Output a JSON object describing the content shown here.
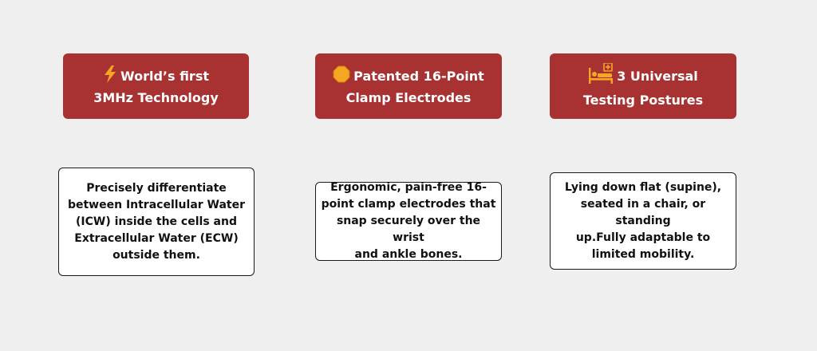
{
  "features": [
    {
      "icon": "lightning-icon",
      "title_line1": "World’s first",
      "title_line2": "3MHz Technology",
      "description": "Precisely differentiate\nbetween Intracellular Water\n(ICW) inside the cells and\nExtracellular Water (ECW)\noutside them."
    },
    {
      "icon": "octagon-icon",
      "title_line1": "Patented 16-Point",
      "title_line2": "Clamp Electrodes",
      "description": "Ergonomic, pain-free 16-\npoint clamp electrodes that\nsnap securely over the wrist\nand ankle bones."
    },
    {
      "icon": "patient-bed-icon",
      "title_line1": "3 Universal",
      "title_line2": "Testing Postures",
      "description": "Lying down flat (supine),\nseated in a chair, or standing\nup.Fully adaptable to\nlimited mobility."
    }
  ],
  "colors": {
    "badge_bg": "#a83232",
    "icon_accent": "#f5a623",
    "page_bg": "#efefef"
  }
}
